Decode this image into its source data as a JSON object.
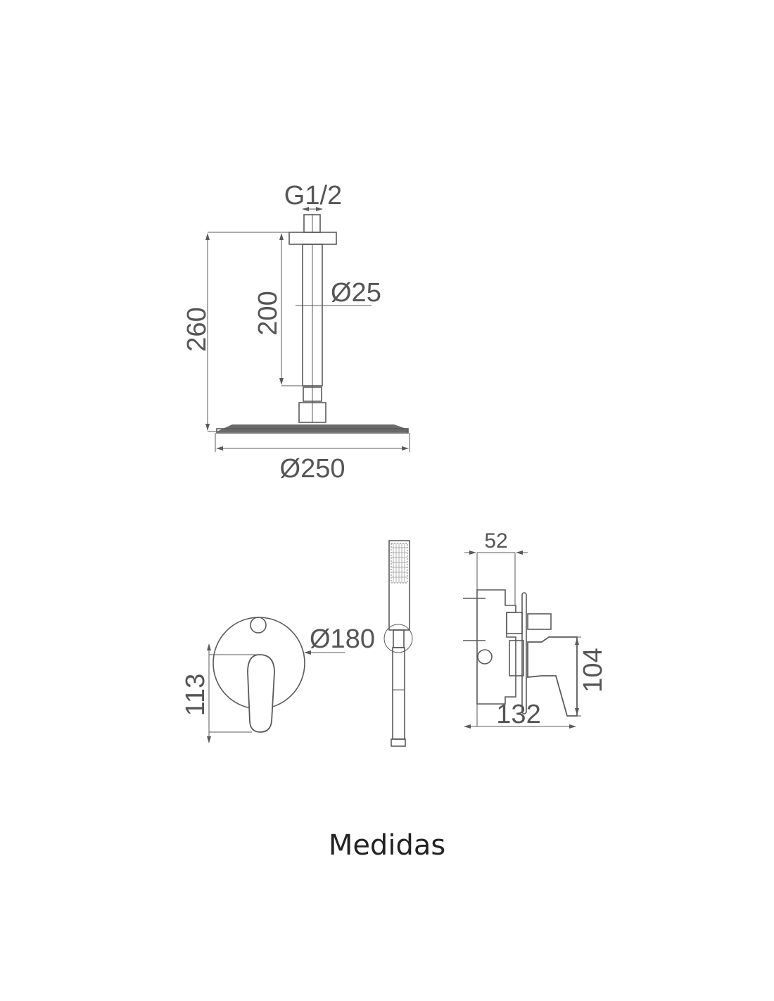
{
  "caption": "Medidas",
  "overhead_shower": {
    "thread_label": "G1/2",
    "total_height_label": "260",
    "arm_length_label": "200",
    "arm_diameter_label": "Ø25",
    "head_diameter_label": "Ø250"
  },
  "mixer_plate": {
    "plate_diameter_label": "Ø180",
    "height_label": "113"
  },
  "valve_side": {
    "depth_label": "52",
    "total_depth_label": "132",
    "handle_height_label": "104"
  },
  "colors": {
    "line": "#5a5a5a",
    "text": "#222222"
  }
}
